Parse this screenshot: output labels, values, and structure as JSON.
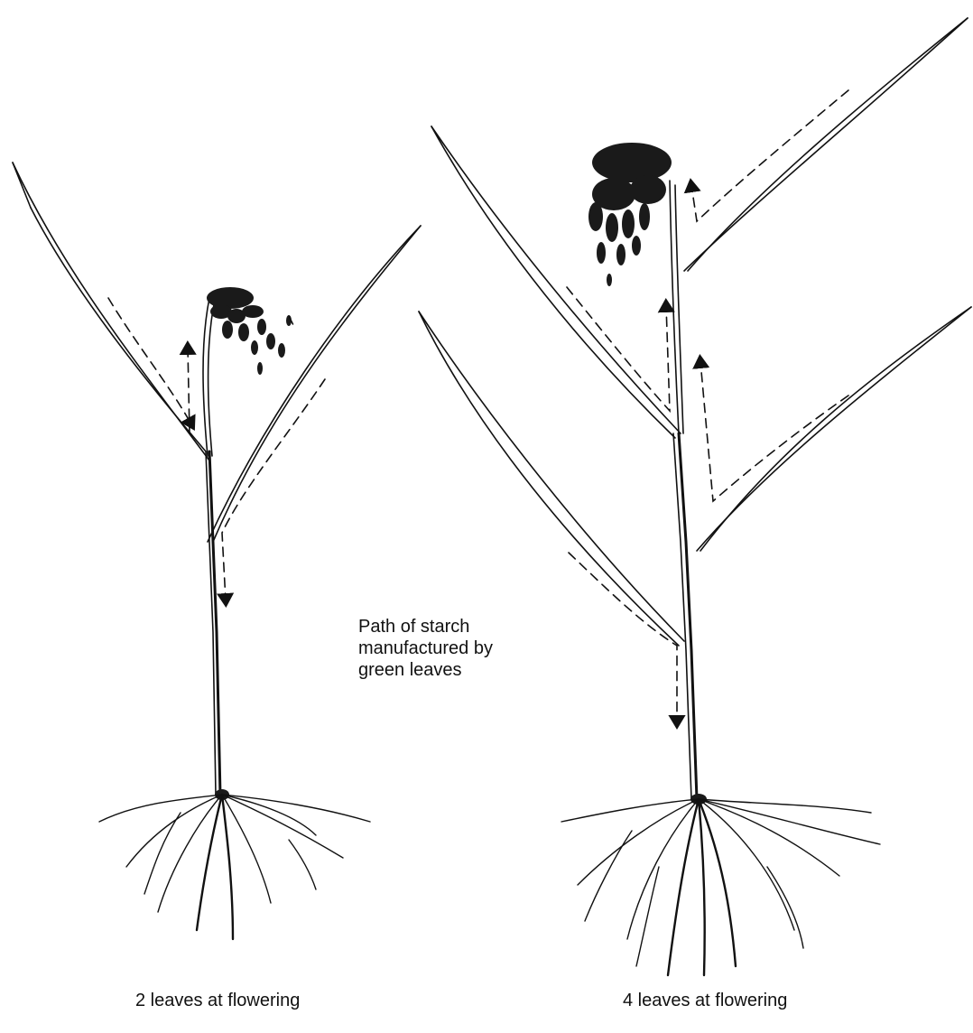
{
  "annotation": {
    "path_of_starch": "Path of starch\nmanufactured by\ngreen leaves"
  },
  "captions": {
    "left_plant": "2 leaves at flowering",
    "right_plant": "4 leaves at flowering"
  },
  "icons": [
    "plant-2-leaves-icon",
    "plant-4-leaves-icon",
    "arrow-up-icon",
    "arrow-down-icon"
  ]
}
